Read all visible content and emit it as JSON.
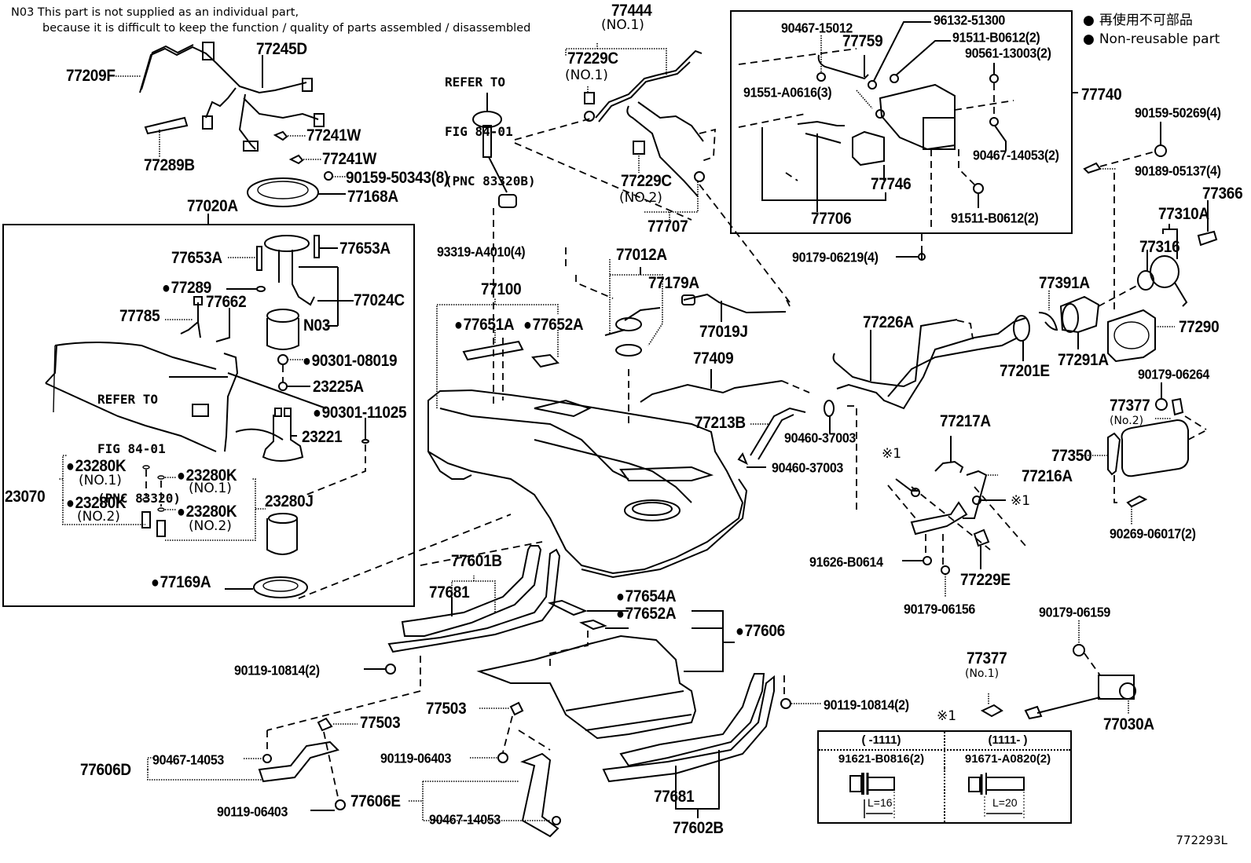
{
  "note": {
    "code": "N03",
    "line1": "This part is not supplied as an individual part,",
    "line2": "because it is difficult to keep the function / quality of parts assembled / disassembled"
  },
  "legend": {
    "jp": "再使用不可部品",
    "en": "Non-reusable part",
    "marker": "●"
  },
  "references": {
    "pnc_83320b": [
      "REFER TO",
      "FIG 84-01",
      "(PNC 83320B)"
    ],
    "pnc_83320": [
      "REFER TO",
      "FIG 84-01",
      "(PNC 83320)"
    ]
  },
  "parts": {
    "p77209F": "77209F",
    "p77245D": "77245D",
    "p77289B": "77289B",
    "p77241W_a": "77241W",
    "p77241W_b": "77241W",
    "p90159_50343": "90159-50343(8)",
    "p77168A": "77168A",
    "p77020A": "77020A",
    "p77653A_l": "77653A",
    "p77653A_r": "77653A",
    "p77289": "77289",
    "p77024C": "77024C",
    "p77785": "77785",
    "p77662": "77662",
    "pN03": "N03",
    "p90301_08019": "90301-08019",
    "p23225A": "23225A",
    "p90301_11025": "90301-11025",
    "p23221": "23221",
    "p23070": "23070",
    "p23280K_l1": "23280K",
    "p23280K_l1_sub": "(NO.1)",
    "p23280K_l2": "23280K",
    "p23280K_l2_sub": "(NO.2)",
    "p23280K_r1": "23280K",
    "p23280K_r1_sub": "(NO.1)",
    "p23280K_r2": "23280K",
    "p23280K_r2_sub": "(NO.2)",
    "p23280J": "23280J",
    "p77169A": "77169A",
    "p77444": "77444",
    "p77444_sub": "(NO.1)",
    "p77229C_1": "77229C",
    "p77229C_1_sub": "(NO.1)",
    "p77229C_2": "77229C",
    "p77229C_2_sub": "(NO.2)",
    "p77707": "77707",
    "p93319_A4010": "93319-A4010(4)",
    "p77100": "77100",
    "p77651A": "77651A",
    "p77652A_t": "77652A",
    "p77012A": "77012A",
    "p77179A": "77179A",
    "p77019J": "77019J",
    "p77409": "77409",
    "p77213B": "77213B",
    "p90460_37003_a": "90460-37003",
    "p90460_37003_b": "90460-37003",
    "p90467_15012": "90467-15012",
    "p77759": "77759",
    "p96132_51300": "96132-51300",
    "p91511_B0612_a": "91511-B0612(2)",
    "p90561_13003": "90561-13003(2)",
    "p91551_A0616": "91551-A0616(3)",
    "p77740": "77740",
    "p77746": "77746",
    "p90467_14053_2": "90467-14053(2)",
    "p77706": "77706",
    "p91511_B0612_b": "91511-B0612(2)",
    "p90179_06219": "90179-06219(4)",
    "p90159_50269": "90159-50269(4)",
    "p90189_05137": "90189-05137(4)",
    "p77366": "77366",
    "p77310A": "77310A",
    "p77316": "77316",
    "p77391A": "77391A",
    "p77226A": "77226A",
    "p77201E": "77201E",
    "p77291A": "77291A",
    "p77290": "77290",
    "p90179_06264": "90179-06264",
    "p77377_2": "77377",
    "p77377_2_sub": "(No.2)",
    "p77350": "77350",
    "p90269_06017": "90269-06017(2)",
    "p77217A": "77217A",
    "p77216A": "77216A",
    "p_x1_a": "※1",
    "p_x1_b": "※1",
    "p_x1_c": "※1",
    "p91626_B0614": "91626-B0614",
    "p77229E": "77229E",
    "p90179_06156": "90179-06156",
    "p90179_06159": "90179-06159",
    "p77377_1": "77377",
    "p77377_1_sub": "(No.1)",
    "p77030A": "77030A",
    "p77601B": "77601B",
    "p77681_t": "77681",
    "p77654A": "77654A",
    "p77652A_b": "77652A",
    "p77606": "77606",
    "p90119_10814_l": "90119-10814(2)",
    "p90119_10814_r": "90119-10814(2)",
    "p77503_l": "77503",
    "p77503_r": "77503",
    "p77606D": "77606D",
    "p90467_14053_l": "90467-14053",
    "p90119_06403_l": "90119-06403",
    "p90119_06403_r": "90119-06403",
    "p77606E": "77606E",
    "p90467_14053_r": "90467-14053",
    "p77681_b": "77681",
    "p77602B": "77602B"
  },
  "bolt_table": {
    "col1_header": "(      -1111)",
    "col2_header": "(1111-      )",
    "col1_part": "91621-B0816(2)",
    "col2_part": "91671-A0820(2)",
    "col1_length": "L=16",
    "col2_length": "L=20"
  },
  "figure_number": "772293L"
}
